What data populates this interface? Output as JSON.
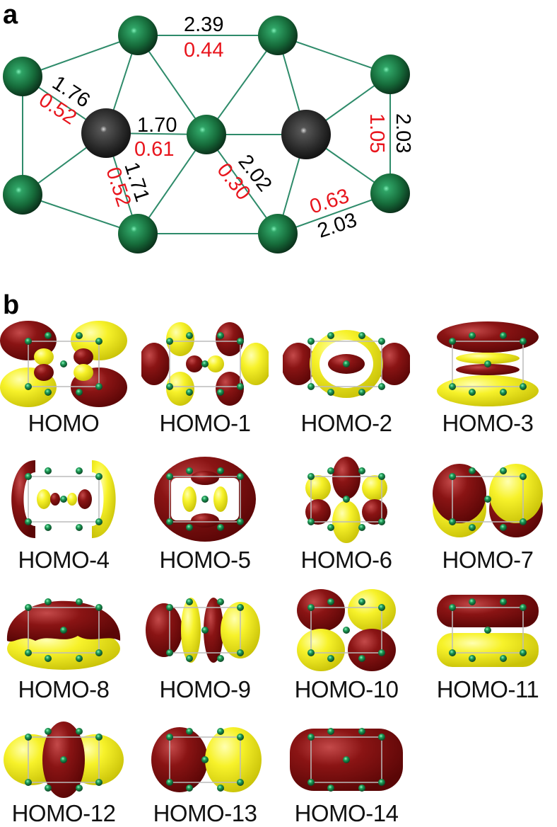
{
  "panel_a": {
    "label": "a",
    "bonds": [
      {
        "length": "2.39",
        "order": "0.44"
      },
      {
        "length": "1.76",
        "order": "0.52"
      },
      {
        "length": "1.70",
        "order": "0.61"
      },
      {
        "length": "1.71",
        "order": "0.52"
      },
      {
        "length": "2.02",
        "order": "0.30"
      },
      {
        "length": "2.03",
        "order": "1.05"
      },
      {
        "length": "2.03",
        "order": "0.63"
      }
    ],
    "colors": {
      "boron_atom": "#1e7a44",
      "carbon_atom": "#3a3a3a",
      "bond_line": "#2e8b6a",
      "length_text": "#000000",
      "order_text": "#e8141c"
    }
  },
  "panel_b": {
    "label": "b",
    "orbitals": [
      {
        "name": "HOMO"
      },
      {
        "name": "HOMO-1"
      },
      {
        "name": "HOMO-2"
      },
      {
        "name": "HOMO-3"
      },
      {
        "name": "HOMO-4"
      },
      {
        "name": "HOMO-5"
      },
      {
        "name": "HOMO-6"
      },
      {
        "name": "HOMO-7"
      },
      {
        "name": "HOMO-8"
      },
      {
        "name": "HOMO-9"
      },
      {
        "name": "HOMO-10"
      },
      {
        "name": "HOMO-11"
      },
      {
        "name": "HOMO-12"
      },
      {
        "name": "HOMO-13"
      },
      {
        "name": "HOMO-14"
      }
    ],
    "colors": {
      "positive_lobe": "#7a0c0c",
      "negative_lobe": "#f2ee1c"
    }
  }
}
